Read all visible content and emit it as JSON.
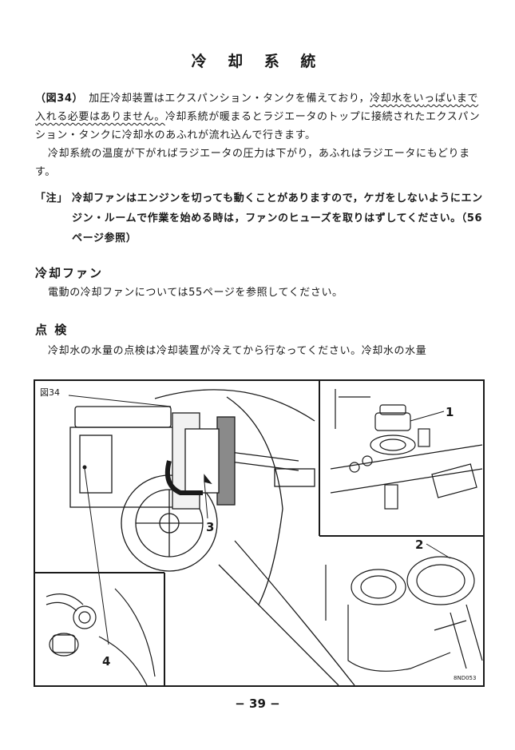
{
  "title": "冷 却 系 統",
  "intro": {
    "fig_ref": "（図34）",
    "text_a": "　加圧冷却装置はエクスパンション・タンクを備えており，",
    "emphasis_1": "冷却水をい",
    "emphasis_2": "っぱいまで入れる必要はありません。",
    "text_b": "冷却系統が暖まるとラジエータのトップに接続されたエクスパンション・タンクに冷却水のあふれが流れ込んで行きます。"
  },
  "para2": "冷却系統の温度が下がればラジエータの圧力は下がり，あふれはラジエータにもどります。",
  "note": {
    "tag": "「注」",
    "text": "冷却ファンはエンジンを切っても動くことがありますので，ケガをしないようにエンジン・ルームで作業を始める時は，ファンのヒューズを取りはずしてください。（56ページ参照）"
  },
  "section_fan": {
    "heading": "冷却ファン",
    "text": "電動の冷却ファンについては55ページを参照してください。"
  },
  "section_check": {
    "heading": "点 検",
    "text": "冷却水の水量の点検は冷却装置が冷えてから行なってください。冷却水の水量"
  },
  "figure": {
    "label": "図34",
    "callouts": [
      "1",
      "2",
      "3",
      "4"
    ],
    "code": "8ND053"
  },
  "page_number": "− 39 −"
}
